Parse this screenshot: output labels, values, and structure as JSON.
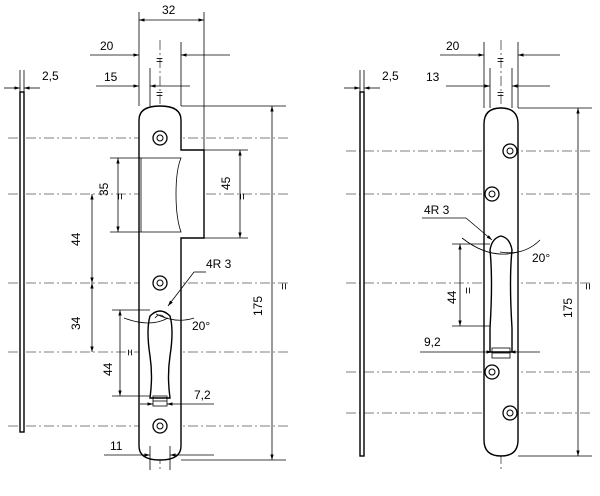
{
  "dimensions": {
    "left_width_top": "32",
    "left_20": "20",
    "left_15": "15",
    "left_thickness": "2,5",
    "left_35": "35",
    "left_45": "45",
    "left_44_top": "44",
    "left_34": "34",
    "left_44_bottom": "44",
    "left_radius": "4R 3",
    "left_angle": "20°",
    "left_72": "7,2",
    "left_11": "11",
    "left_175": "175",
    "right_20": "20",
    "right_13": "13",
    "right_thickness": "2,5",
    "right_radius": "4R 3",
    "right_angle": "20°",
    "right_44": "44",
    "right_92": "9,2",
    "right_175": "175"
  },
  "symbol_equal": "="
}
